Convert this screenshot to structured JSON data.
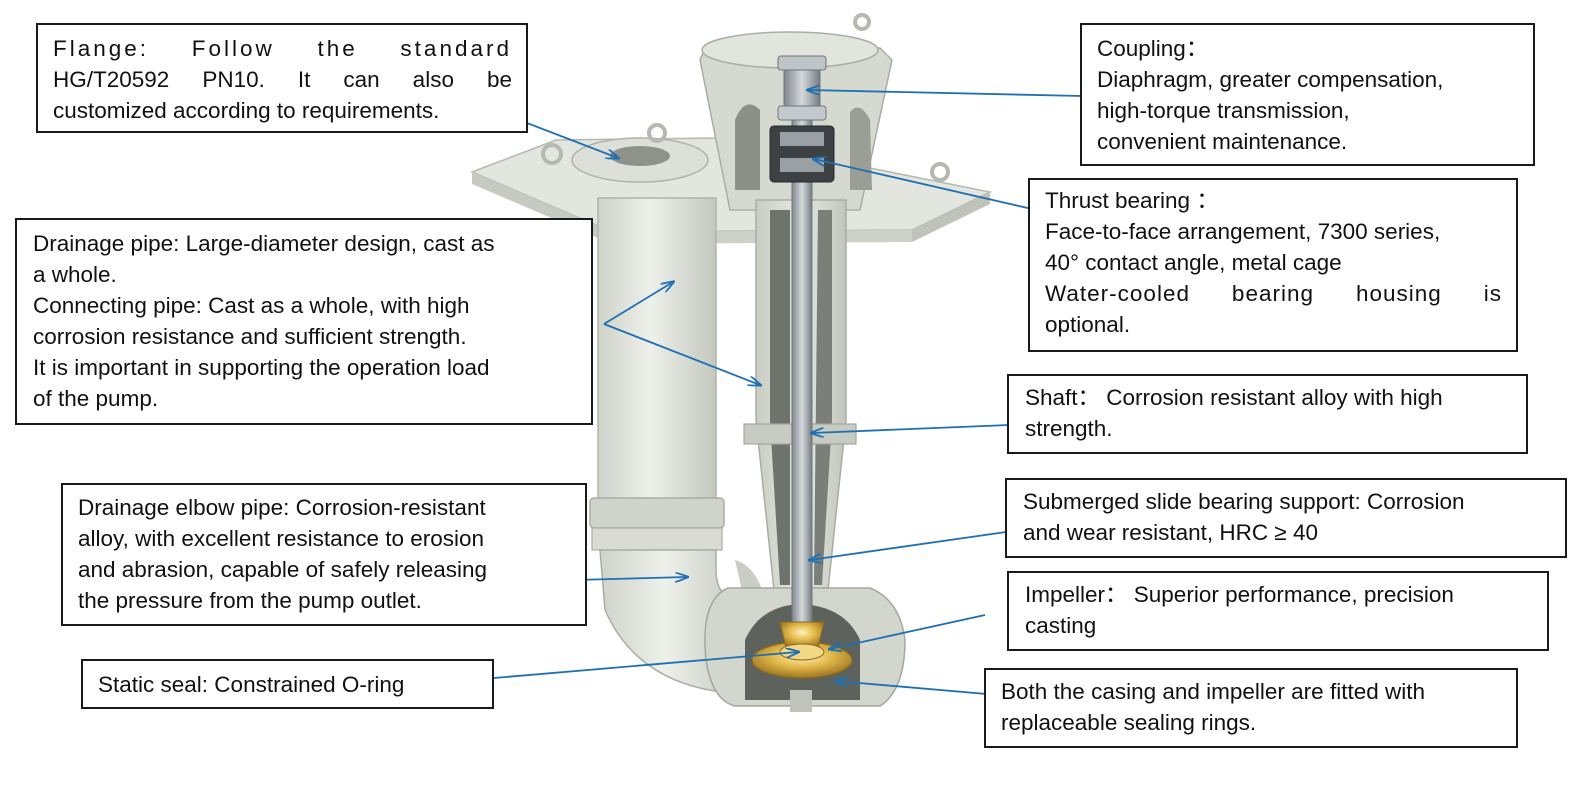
{
  "callouts": {
    "flange": {
      "lines": [
        "Flange: Follow the standard",
        "HG/T20592 PN10. It can also be",
        "customized according to requirements."
      ]
    },
    "coupling": {
      "lines": [
        "Coupling：",
        "Diaphragm, greater compensation,",
        "high-torque transmission,",
        "convenient maintenance."
      ]
    },
    "thrust_bearing": {
      "lines": [
        "Thrust bearing ：",
        "Face-to-face arrangement, 7300 series,",
        "40°  contact angle, metal cage",
        "Water-cooled bearing housing is",
        "optional."
      ]
    },
    "drainage_pipe": {
      "lines": [
        "Drainage pipe: Large-diameter design, cast as",
        "a whole.",
        "Connecting pipe: Cast as a whole, with high",
        "corrosion resistance and sufficient strength.",
        "It is important in supporting the operation load",
        "of the pump."
      ]
    },
    "shaft": {
      "lines": [
        "Shaft： Corrosion resistant alloy with high",
        "strength."
      ]
    },
    "elbow_pipe": {
      "lines": [
        "Drainage elbow pipe: Corrosion-resistant",
        "alloy, with excellent resistance to erosion",
        "and abrasion, capable of safely releasing",
        "the pressure from the pump outlet."
      ]
    },
    "slide_bearing": {
      "lines": [
        "Submerged slide bearing support: Corrosion",
        "and wear resistant, HRC ≥ 40"
      ]
    },
    "impeller": {
      "lines": [
        "Impeller： Superior performance, precision",
        "casting"
      ]
    },
    "static_seal": {
      "lines": [
        "Static seal: Constrained O-ring"
      ]
    },
    "sealing_rings": {
      "lines": [
        "Both the casing and impeller are fitted with",
        "replaceable sealing rings."
      ]
    }
  },
  "colors": {
    "leader_line": "#1f6fb3",
    "pump_body": "#d9ddd4",
    "pump_shadow": "#b9bdb4",
    "shaft": "#9aa0a3",
    "impeller": "#d4a93a",
    "box_border": "#1a1a1a"
  }
}
